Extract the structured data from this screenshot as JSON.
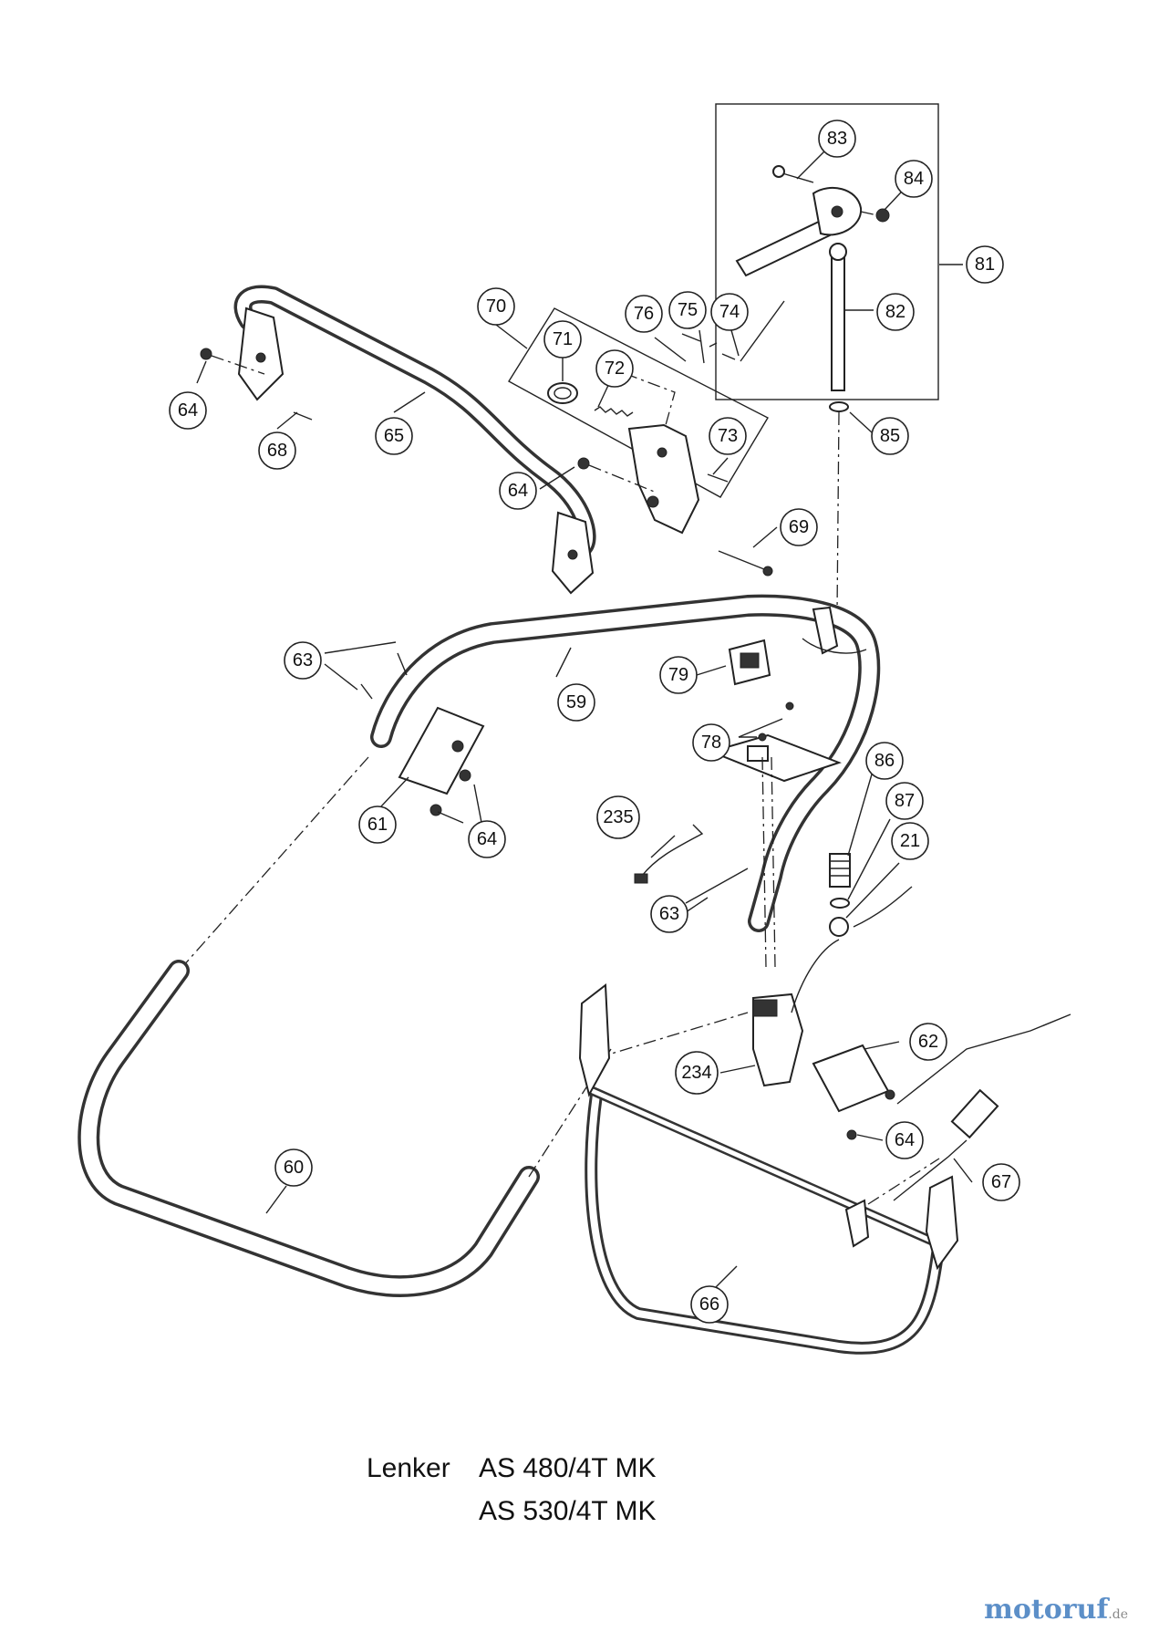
{
  "title": {
    "label": "Lenker",
    "models": [
      "AS 480/4T MK",
      "AS 530/4T MK"
    ]
  },
  "logo": {
    "name": "motoruf",
    "tld": ".de",
    "color": "#5c8fc8"
  },
  "callouts": [
    "83",
    "84",
    "81",
    "82",
    "85",
    "70",
    "71",
    "72",
    "76",
    "75",
    "74",
    "73",
    "69",
    "64",
    "65",
    "68",
    "64",
    "63",
    "59",
    "79",
    "78",
    "86",
    "87",
    "21",
    "61",
    "64",
    "235",
    "63",
    "62",
    "234",
    "64",
    "67",
    "60",
    "66"
  ]
}
